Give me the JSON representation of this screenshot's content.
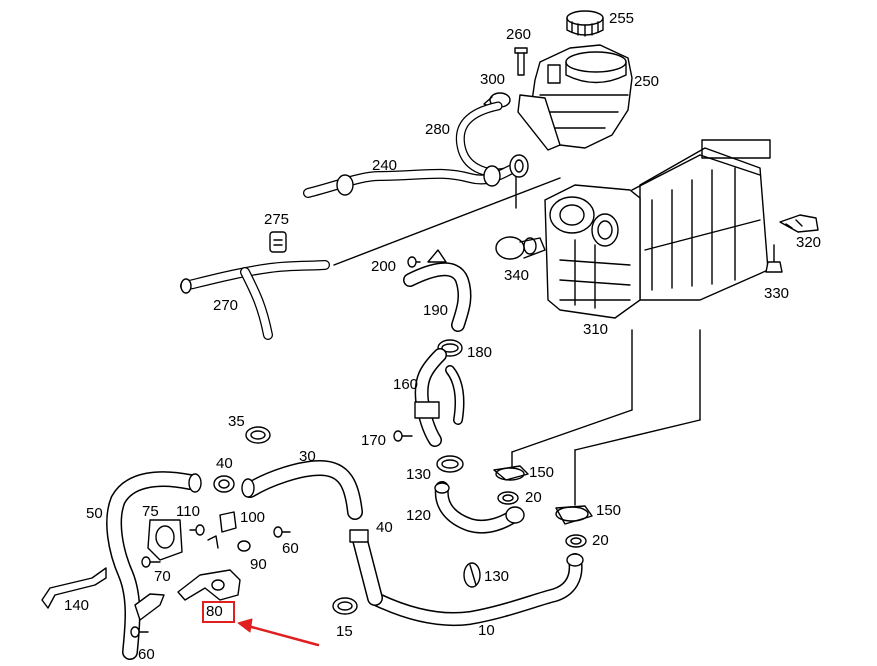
{
  "diagram": {
    "part_numbers": {
      "p10": "10",
      "p15": "15",
      "p20a": "20",
      "p20b": "20",
      "p30": "30",
      "p35": "35",
      "p40a": "40",
      "p40b": "40",
      "p50": "50",
      "p60a": "60",
      "p60b": "60",
      "p70": "70",
      "p75": "75",
      "p80": "80",
      "p90": "90",
      "p100": "100",
      "p110": "110",
      "p120": "120",
      "p130a": "130",
      "p130b": "130",
      "p140": "140",
      "p150a": "150",
      "p150b": "150",
      "p160": "160",
      "p170": "170",
      "p180": "180",
      "p190": "190",
      "p200": "200",
      "p240": "240",
      "p250": "250",
      "p255": "255",
      "p260": "260",
      "p270": "270",
      "p275": "275",
      "p280": "280",
      "p300": "300",
      "p310": "310",
      "p320": "320",
      "p330": "330",
      "p340": "340"
    },
    "highlight": {
      "target_part": "80",
      "color": "#e02020"
    }
  }
}
